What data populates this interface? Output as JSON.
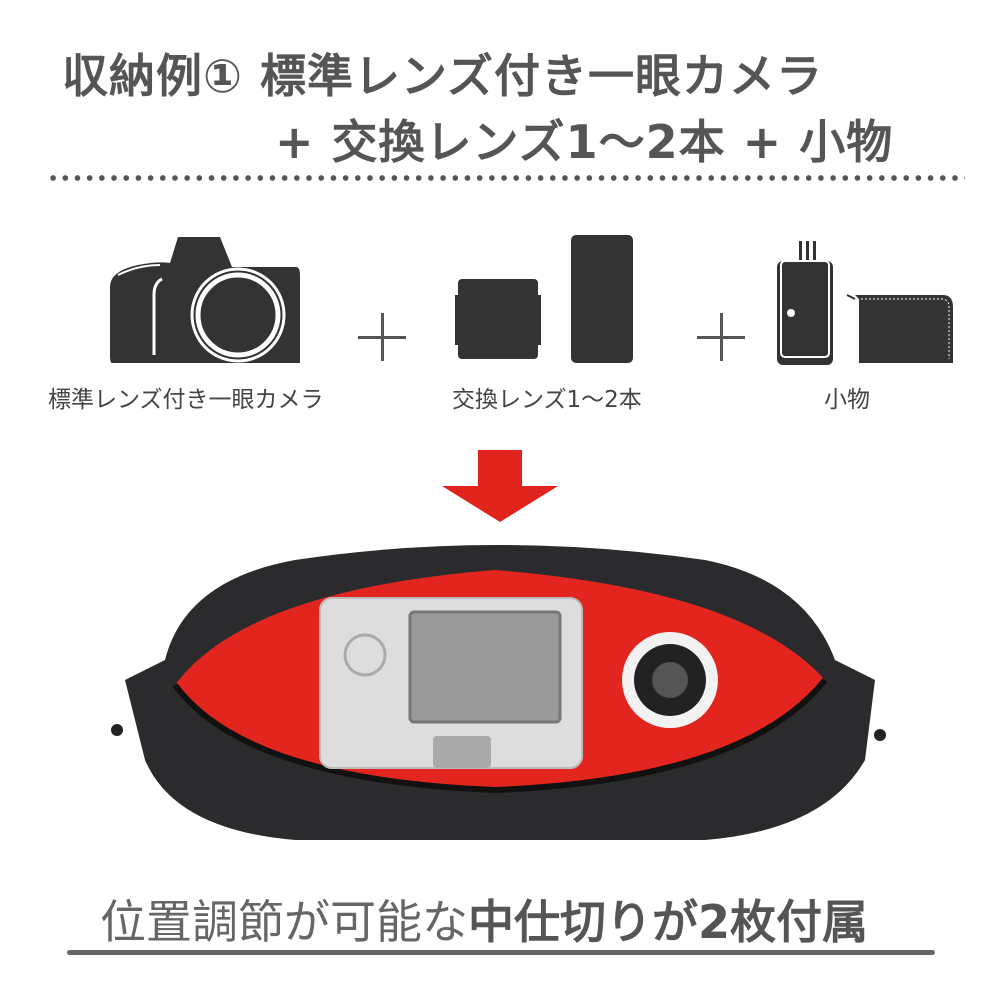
{
  "title": {
    "line1": "収納例① 標準レンズ付き一眼カメラ",
    "line2": "+ 交換レンズ1～2本 + 小物"
  },
  "items": [
    {
      "label": "標準レンズ付き一眼カメラ",
      "icon": "camera-icon"
    },
    {
      "label": "交換レンズ1～2本",
      "icon": "lens-icon"
    },
    {
      "label": "小物",
      "icon": "accessories-icon"
    }
  ],
  "footer": {
    "normal": "位置調節が可能な",
    "bold": "中仕切りが2枚付属"
  },
  "colors": {
    "text": "#555555",
    "arrow": "#e0231c",
    "lining": "#e3251f",
    "bag": "#2b2b2d"
  }
}
